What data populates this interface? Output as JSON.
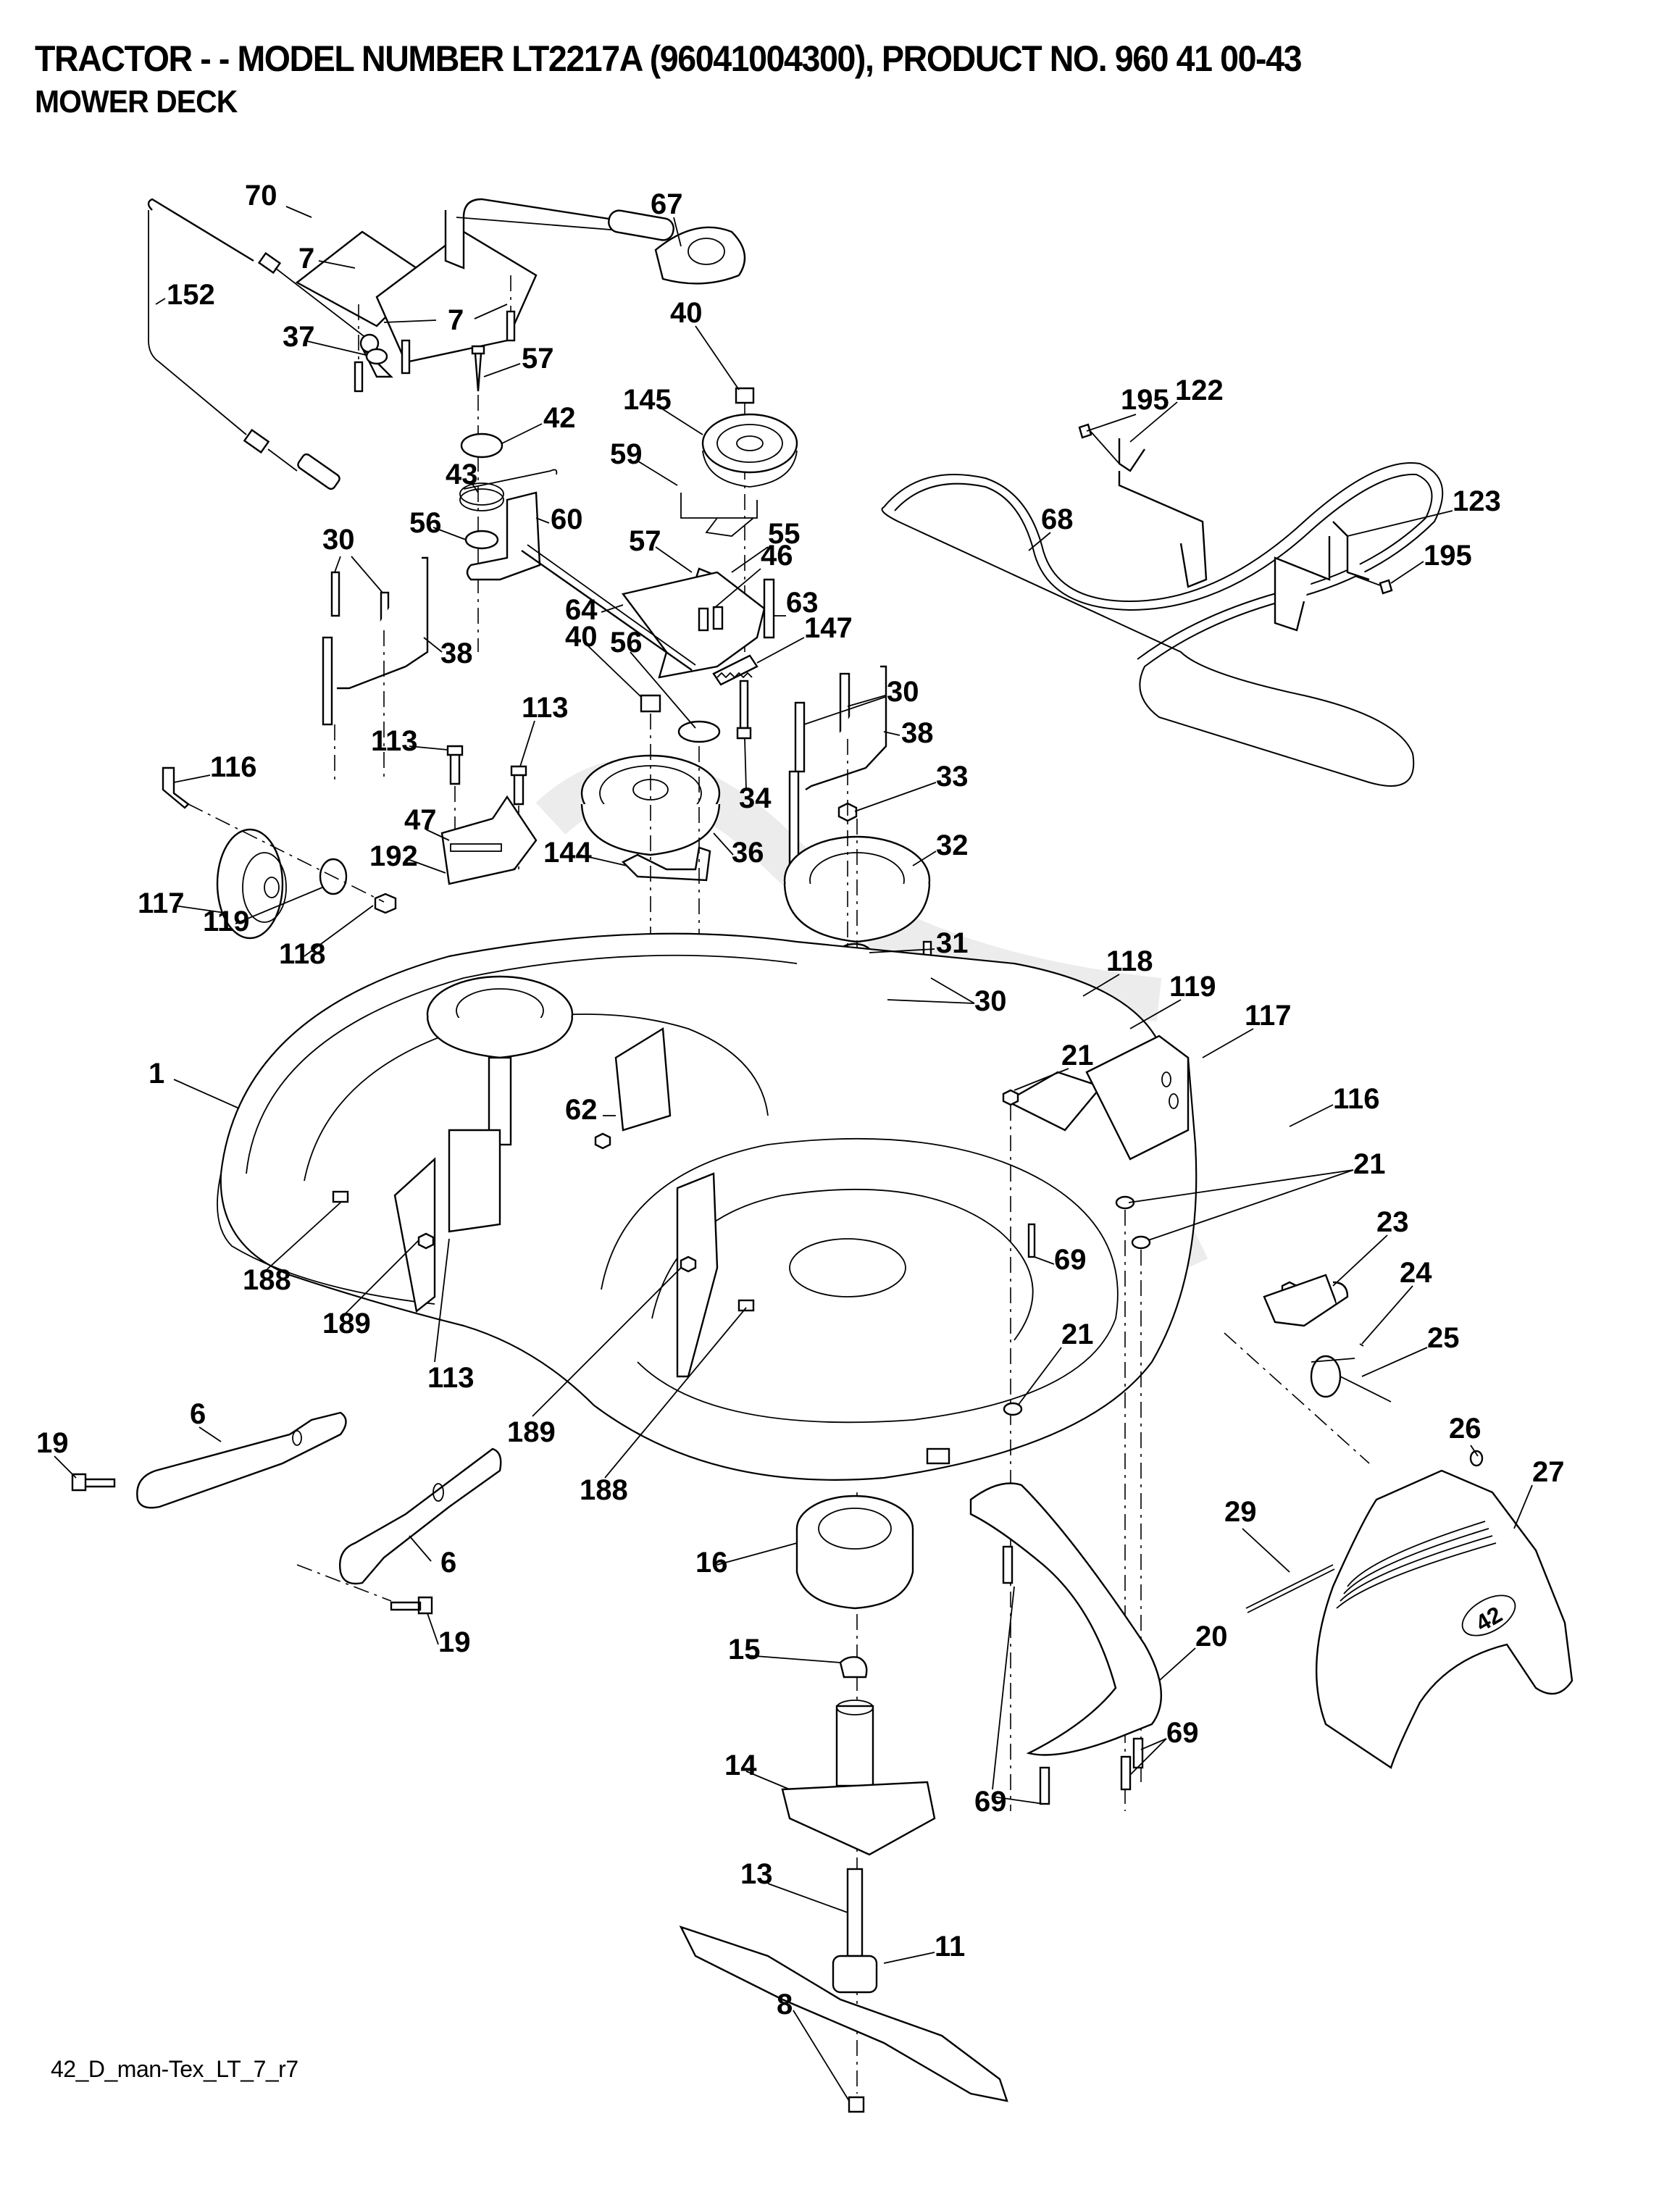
{
  "header": {
    "title": "TRACTOR - - MODEL NUMBER LT2217A (96041004300), PRODUCT NO. 960 41 00-43",
    "subtitle": "MOWER DECK"
  },
  "footer": {
    "drawing_id": "42_D_man-Tex_LT_7_r7"
  },
  "diagram": {
    "type": "exploded-parts-diagram",
    "assembly": "Mower Deck",
    "deck_size_badge": "42",
    "callouts": [
      {
        "id": "c70",
        "label": "70",
        "part": "lift-lever-bracket"
      },
      {
        "id": "c67",
        "label": "67",
        "part": "lever-grip"
      },
      {
        "id": "c7a",
        "label": "7",
        "part": "bolt"
      },
      {
        "id": "c7b",
        "label": "7",
        "part": "bolt"
      },
      {
        "id": "c152",
        "label": "152",
        "part": "engagement-cable"
      },
      {
        "id": "c37",
        "label": "37",
        "part": "washer"
      },
      {
        "id": "c57a",
        "label": "57",
        "part": "screw"
      },
      {
        "id": "c42",
        "label": "42",
        "part": "spring-cup"
      },
      {
        "id": "c43",
        "label": "43",
        "part": "torsion-spring"
      },
      {
        "id": "c56a",
        "label": "56",
        "part": "washer"
      },
      {
        "id": "c60",
        "label": "60",
        "part": "bracket"
      },
      {
        "id": "c40a",
        "label": "40",
        "part": "nut"
      },
      {
        "id": "c145",
        "label": "145",
        "part": "idler-pulley"
      },
      {
        "id": "c59",
        "label": "59",
        "part": "belt-keeper"
      },
      {
        "id": "c57b",
        "label": "57",
        "part": "screw"
      },
      {
        "id": "c55",
        "label": "55",
        "part": "idler-arm"
      },
      {
        "id": "c46",
        "label": "46",
        "part": "bolt"
      },
      {
        "id": "c63",
        "label": "63",
        "part": "bracket"
      },
      {
        "id": "c147",
        "label": "147",
        "part": "spring"
      },
      {
        "id": "c64",
        "label": "64",
        "part": "rod"
      },
      {
        "id": "c30a",
        "label": "30",
        "part": "bolt"
      },
      {
        "id": "c38a",
        "label": "38",
        "part": "belt-guide"
      },
      {
        "id": "c56b",
        "label": "56",
        "part": "washer"
      },
      {
        "id": "c40b",
        "label": "40",
        "part": "nut"
      },
      {
        "id": "c30b",
        "label": "30",
        "part": "bolt"
      },
      {
        "id": "c38b",
        "label": "38",
        "part": "belt-guide"
      },
      {
        "id": "c113a",
        "label": "113",
        "part": "screw"
      },
      {
        "id": "c113b",
        "label": "113",
        "part": "screw"
      },
      {
        "id": "c34",
        "label": "34",
        "part": "bolt"
      },
      {
        "id": "c33",
        "label": "33",
        "part": "nut"
      },
      {
        "id": "c116a",
        "label": "116",
        "part": "wheel-bolt"
      },
      {
        "id": "c47",
        "label": "47",
        "part": "bracket"
      },
      {
        "id": "c192",
        "label": "192",
        "part": "bracket"
      },
      {
        "id": "c144",
        "label": "144",
        "part": "belt-keeper"
      },
      {
        "id": "c36",
        "label": "36",
        "part": "idler-pulley"
      },
      {
        "id": "c32",
        "label": "32",
        "part": "spindle-pulley"
      },
      {
        "id": "c117a",
        "label": "117",
        "part": "gauge-wheel"
      },
      {
        "id": "c119a",
        "label": "119",
        "part": "washer"
      },
      {
        "id": "c118a",
        "label": "118",
        "part": "nut"
      },
      {
        "id": "c31",
        "label": "31",
        "part": "washer"
      },
      {
        "id": "c30c",
        "label": "30",
        "part": "bolt"
      },
      {
        "id": "c118b",
        "label": "118",
        "part": "nut"
      },
      {
        "id": "c119b",
        "label": "119",
        "part": "washer"
      },
      {
        "id": "c117b",
        "label": "117",
        "part": "gauge-wheel"
      },
      {
        "id": "c1",
        "label": "1",
        "part": "mower-deck-housing"
      },
      {
        "id": "c21a",
        "label": "21",
        "part": "nut"
      },
      {
        "id": "c116b",
        "label": "116",
        "part": "wheel-bolt"
      },
      {
        "id": "c62",
        "label": "62",
        "part": "bolt"
      },
      {
        "id": "c21b",
        "label": "21",
        "part": "nut"
      },
      {
        "id": "c23",
        "label": "23",
        "part": "chute-bracket"
      },
      {
        "id": "c69a",
        "label": "69",
        "part": "bolt"
      },
      {
        "id": "c24",
        "label": "24",
        "part": "pin"
      },
      {
        "id": "c188a",
        "label": "188",
        "part": "fitting"
      },
      {
        "id": "c189a",
        "label": "189",
        "part": "nut"
      },
      {
        "id": "c113c",
        "label": "113",
        "part": "screw"
      },
      {
        "id": "c21c",
        "label": "21",
        "part": "nut"
      },
      {
        "id": "c25",
        "label": "25",
        "part": "chute-spring"
      },
      {
        "id": "c26",
        "label": "26",
        "part": "push-nut"
      },
      {
        "id": "c189b",
        "label": "189",
        "part": "nut"
      },
      {
        "id": "c188b",
        "label": "188",
        "part": "fitting"
      },
      {
        "id": "c19a",
        "label": "19",
        "part": "bolt"
      },
      {
        "id": "c6a",
        "label": "6",
        "part": "deck-hanger"
      },
      {
        "id": "c6b",
        "label": "6",
        "part": "deck-hanger"
      },
      {
        "id": "c19b",
        "label": "19",
        "part": "bolt"
      },
      {
        "id": "c27",
        "label": "27",
        "part": "discharge-chute"
      },
      {
        "id": "c29",
        "label": "29",
        "part": "chute-rod"
      },
      {
        "id": "c16",
        "label": "16",
        "part": "spindle-shield"
      },
      {
        "id": "c15",
        "label": "15",
        "part": "bearing"
      },
      {
        "id": "c20",
        "label": "20",
        "part": "baffle"
      },
      {
        "id": "c69b",
        "label": "69",
        "part": "bolt"
      },
      {
        "id": "c14",
        "label": "14",
        "part": "spindle-housing"
      },
      {
        "id": "c69c",
        "label": "69",
        "part": "bolt"
      },
      {
        "id": "c13",
        "label": "13",
        "part": "spindle-shaft"
      },
      {
        "id": "c11",
        "label": "11",
        "part": "blade"
      },
      {
        "id": "c8",
        "label": "8",
        "part": "blade-bolt"
      },
      {
        "id": "c68",
        "label": "68",
        "part": "drive-belt"
      },
      {
        "id": "c195a",
        "label": "195",
        "part": "screw"
      },
      {
        "id": "c122",
        "label": "122",
        "part": "belt-guide-rod"
      },
      {
        "id": "c123",
        "label": "123",
        "part": "belt-guide-rod"
      },
      {
        "id": "c195b",
        "label": "195",
        "part": "screw"
      }
    ]
  }
}
